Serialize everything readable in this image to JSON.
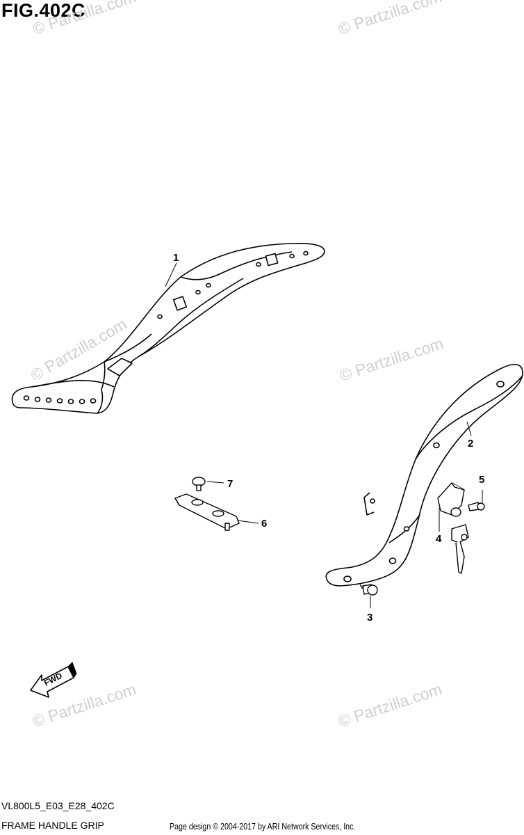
{
  "header": {
    "figure_title": "FIG.402C"
  },
  "footer": {
    "diagram_code": "VL800L5_E03_E28_402C",
    "diagram_name": "FRAME HANDLE GRIP",
    "credit": "Page design © 2004-2017 by ARI Network Services, Inc."
  },
  "direction_marker": {
    "label": "FWD"
  },
  "watermark": {
    "text": "© Partzilla.com"
  },
  "callouts": [
    {
      "number": "1",
      "part": "frame-handle-grip-left"
    },
    {
      "number": "2",
      "part": "frame-handle-grip-right"
    },
    {
      "number": "3",
      "part": "grip-bolt"
    },
    {
      "number": "4",
      "part": "helmet-lock"
    },
    {
      "number": "5",
      "part": "lock-screw"
    },
    {
      "number": "6",
      "part": "plate"
    },
    {
      "number": "7",
      "part": "plate-screw"
    }
  ]
}
